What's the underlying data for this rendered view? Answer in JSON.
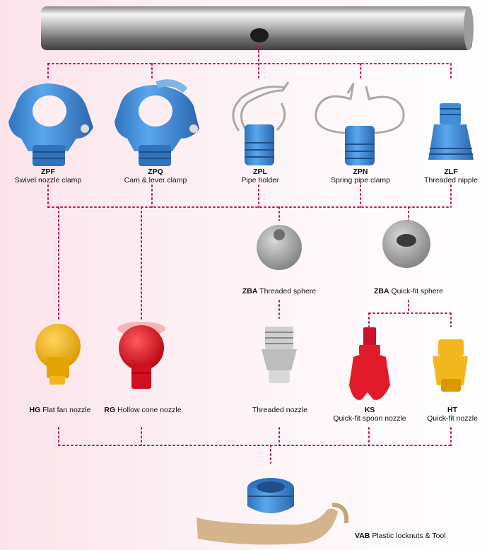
{
  "colors": {
    "connector": "#c2185b",
    "blue": "#3f8ed6",
    "yellow": "#f2b71c",
    "red": "#e21b2a",
    "grey": "#9a9a9a",
    "steel": "#c9c9c9"
  },
  "items": {
    "zpf": {
      "code": "ZPF",
      "name": "Swivel nozzle clamp"
    },
    "zpq": {
      "code": "ZPQ",
      "name": "Cam & lever clamp"
    },
    "zpl": {
      "code": "ZPL",
      "name": "Pipe holder"
    },
    "zpn": {
      "code": "ZPN",
      "name": "Spring pipe clamp"
    },
    "zlf": {
      "code": "ZLF",
      "name": "Threaded nipple"
    },
    "zba_threaded": {
      "code": "ZBA",
      "name": "Threaded sphere"
    },
    "zba_quick": {
      "code": "ZBA",
      "name": "Quick-fit sphere"
    },
    "hg": {
      "code": "HG",
      "name": "Flat fan nozzle"
    },
    "rg": {
      "code": "RG",
      "name": "Hollow cone nozzle"
    },
    "threaded": {
      "name": "Threaded nozzle"
    },
    "ks": {
      "code": "KS",
      "name": "Quick-fit spoon nozzle"
    },
    "ht": {
      "code": "HT",
      "name": "Quick-fit nozzle"
    },
    "vab": {
      "code": "VAB",
      "name": "Plastic locknuts & Tool"
    }
  }
}
